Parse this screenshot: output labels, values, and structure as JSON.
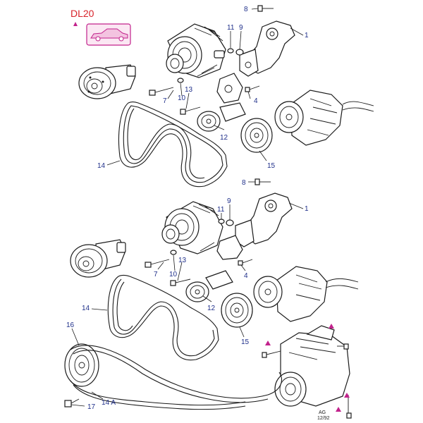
{
  "header": {
    "code": "DL20",
    "code_color": "#d8232a",
    "marker_color": "#c2228c",
    "vehicle_icon": "sedan-car-icon"
  },
  "callouts": {
    "top": [
      "8",
      "11",
      "9",
      "1",
      "13",
      "7",
      "10",
      "4",
      "12",
      "14",
      "15"
    ],
    "bottom": [
      "8",
      "9",
      "1",
      "11",
      "13",
      "7",
      "10",
      "4",
      "12",
      "14",
      "15",
      "16",
      "17",
      "14 A"
    ]
  },
  "footer": {
    "stamp_line1": "AG",
    "stamp_line2": "12/92"
  }
}
